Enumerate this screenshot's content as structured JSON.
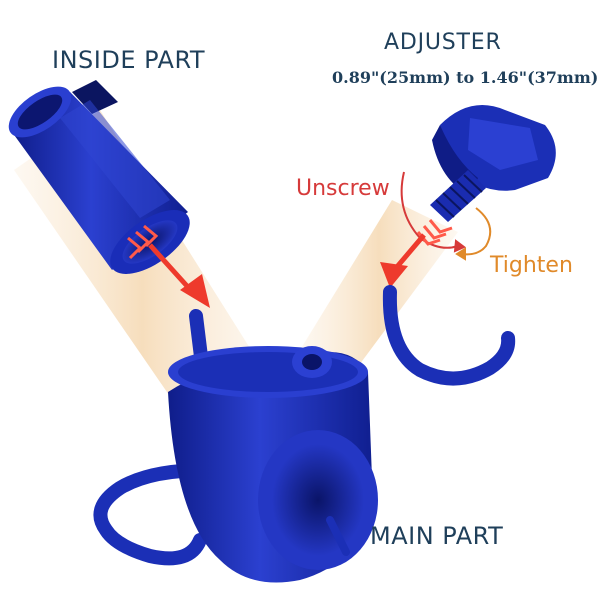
{
  "labels": {
    "inside_part": "INSIDE PART",
    "adjuster": "ADJUSTER",
    "adjuster_range": "0.89\"(25mm) to 1.46\"(37mm)",
    "unscrew": "Unscrew",
    "tighten": "Tighten",
    "main_part": "MAIN PART"
  },
  "colors": {
    "part_blue": "#1c2fb8",
    "part_blue_light": "#3448d6",
    "part_blue_dark": "#0e1a7a",
    "text_dark": "#1f3f5a",
    "unscrew_red": "#d63a3a",
    "tighten_orange": "#e08a2a",
    "arrow_red": "#ee3a2c",
    "guide_beam": "#f7e3c8"
  }
}
